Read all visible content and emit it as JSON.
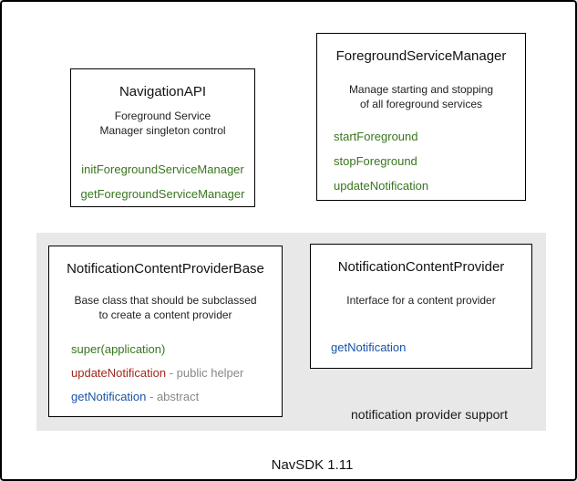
{
  "colors": {
    "green": "#38761d",
    "red": "#a0281e",
    "blue": "#1a53a8",
    "gray": "#888888",
    "group_bg": "#e8e8e8"
  },
  "boxes": {
    "navigation_api": {
      "title": "NavigationAPI",
      "description": "Foreground Service\nManager singleton control",
      "methods": [
        {
          "name": "initForegroundServiceManager"
        },
        {
          "name": "getForegroundServiceManager"
        }
      ]
    },
    "foreground_service_manager": {
      "title": "ForegroundServiceManager",
      "description": "Manage starting and stopping\nof all foreground services",
      "methods": [
        {
          "name": "startForeground"
        },
        {
          "name": "stopForeground"
        },
        {
          "name": "updateNotification"
        }
      ]
    },
    "notification_content_provider_base": {
      "title": "NotificationContentProviderBase",
      "description": "Base class that should be subclassed\nto create a content provider",
      "methods": [
        {
          "name": "super(application)",
          "suffix": ""
        },
        {
          "name": "updateNotification",
          "suffix": " - public helper"
        },
        {
          "name": "getNotification",
          "suffix": " - abstract"
        }
      ]
    },
    "notification_content_provider": {
      "title": "NotificationContentProvider",
      "description": "Interface for a content provider",
      "methods": [
        {
          "name": "getNotification"
        }
      ]
    }
  },
  "group": {
    "label": "notification provider support"
  },
  "footer": {
    "label": "NavSDK 1.11"
  }
}
